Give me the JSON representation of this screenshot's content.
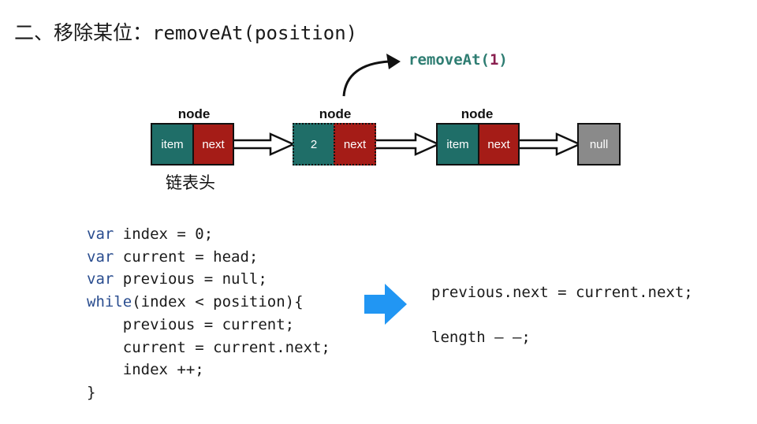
{
  "title": {
    "prefix": "二、移除某位：",
    "method": "removeAt(position)"
  },
  "operation": {
    "name": "removeAt",
    "open": "(",
    "arg": "1",
    "close": ")"
  },
  "nodes": [
    {
      "caption": "node",
      "left_label": "item",
      "right_label": "next"
    },
    {
      "caption": "node",
      "left_label": "2",
      "right_label": "next"
    },
    {
      "caption": "node",
      "left_label": "item",
      "right_label": "next"
    }
  ],
  "null_label": "null",
  "head_label": "链表头",
  "left_code": [
    {
      "kw": "var",
      "rest": " index = 0;"
    },
    {
      "kw": "var",
      "rest": " current = head;"
    },
    {
      "kw": "var",
      "rest": " previous = null;"
    },
    {
      "kw": "while",
      "rest": "(index < position){"
    },
    {
      "kw": "",
      "rest": "    previous = current;"
    },
    {
      "kw": "",
      "rest": "    current = current.next;"
    },
    {
      "kw": "",
      "rest": "    index ++;"
    },
    {
      "kw": "",
      "rest": "}"
    }
  ],
  "right_code": [
    "previous.next = current.next;",
    "length — —;"
  ],
  "colors": {
    "item_fill": "#1f6e68",
    "next_fill": "#a51c17",
    "null_fill": "#8a8a8a",
    "big_arrow": "#2196f3",
    "keyword": "#2a4d8f",
    "operation_name": "#2e7d72",
    "operation_arg": "#8a1f4f"
  }
}
